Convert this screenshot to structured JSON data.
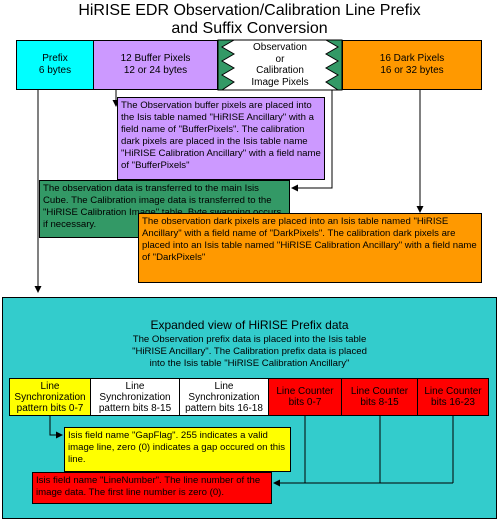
{
  "title_line1": "HiRISE EDR Observation/Calibration Line Prefix",
  "title_line2": "and Suffix Conversion",
  "row": {
    "prefix": {
      "line1": "Prefix",
      "line2": "6 bytes",
      "color": "#00ffff"
    },
    "buffer": {
      "line1": "12 Buffer Pixels",
      "line2": "12 or 24 bytes",
      "color": "#cc99ff"
    },
    "obs": {
      "line1": "Observation",
      "line2": "or",
      "line3": "Calibration",
      "line4": "Image Pixels"
    },
    "dark": {
      "line1": "16 Dark Pixels",
      "line2": "16 or 32 bytes",
      "color": "#ff9900"
    }
  },
  "notes": {
    "buffer": "The Observation buffer pixels are placed into the Isis table named \"HiRISE Ancillary\" with a field name of \"BufferPixels\". The calibration dark pixels are placed in the Isis table name \"HiRISE Calibration Ancillary\" with a field name of \"BufferPixels\"",
    "observation": "The observation data is transferred to the main Isis Cube. The Calibration image data is transferred to the \"HiRISE Calibration Image\" table.  Byte swapping occurs if necessary.",
    "dark": "The observation dark pixels are placed into an Isis table named \"HiRISE Ancillary\" with a field name of \"DarkPixels\". The calibration dark pixels are placed into an Isis table named \"HiRISE Calibration Ancillary\" with a field name of \"DarkPixels\""
  },
  "expanded": {
    "heading": "Expanded view of HiRISE Prefix data",
    "desc1": "The Observation prefix data is placed into the Isis table",
    "desc2": "\"HiRISE Ancillary\". The Calibration prefix data is placed",
    "desc3": "into the Isis table \"HiRISE Calibration Ancillary\"",
    "cells": [
      {
        "line1": "Line",
        "line2": "Synchronization",
        "line3": "pattern bits 0-7"
      },
      {
        "line1": "Line",
        "line2": "Synchronization",
        "line3": "pattern bits 8-15"
      },
      {
        "line1": "Line",
        "line2": "Synchronization",
        "line3": "pattern bits 16-18"
      },
      {
        "line1": "Line Counter",
        "line2": "bits 0-7"
      },
      {
        "line1": "Line Counter",
        "line2": "bits 8-15"
      },
      {
        "line1": "Line Counter",
        "line2": "bits 16-23"
      }
    ],
    "gapflag": "Isis field name \"GapFlag\". 255 indicates a valid image line, zero (0) indicates a gap occured on this line.",
    "linenumber": "Isis field name \"LineNumber\". The line number of the image data. The first line number is zero (0)."
  },
  "colors": {
    "teal_panel": "#33cccc",
    "green_note": "#339966",
    "yellow": "#ffff00",
    "red": "#ff0000",
    "white": "#ffffff"
  }
}
